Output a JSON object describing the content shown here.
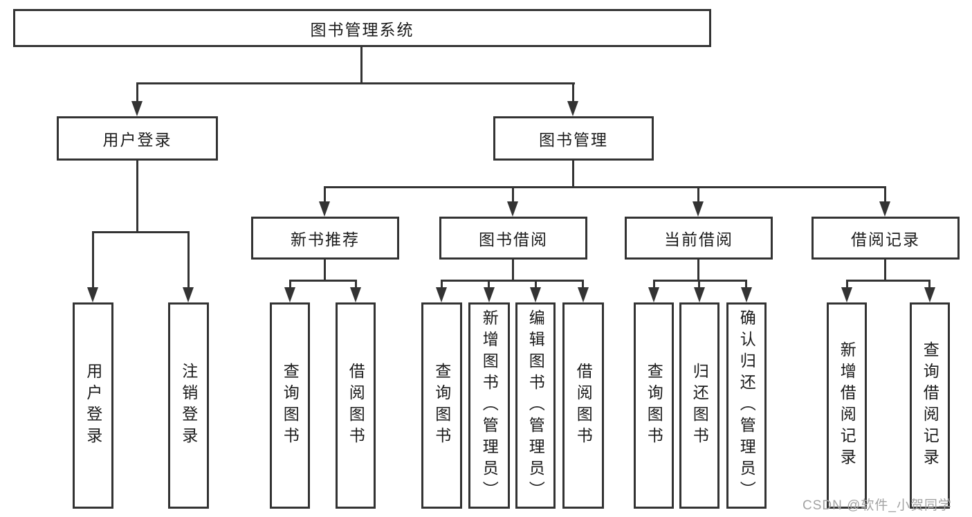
{
  "tree": {
    "root": {
      "label": "图书管理系统"
    },
    "user_login": {
      "label": "用户登录",
      "children": [
        "用户登录",
        "注销登录"
      ]
    },
    "book_mgmt": {
      "label": "图书管理",
      "groups": [
        {
          "label": "新书推荐",
          "children": [
            "查询图书",
            "借阅图书"
          ]
        },
        {
          "label": "图书借阅",
          "children": [
            "查询图书",
            "新增图书（管理员）",
            "编辑图书（管理员）",
            "借阅图书"
          ]
        },
        {
          "label": "当前借阅",
          "children": [
            "查询图书",
            "归还图书",
            "确认归还（管理员）"
          ]
        },
        {
          "label": "借阅记录",
          "children": [
            "新增借阅记录",
            "查询借阅记录"
          ]
        }
      ]
    }
  },
  "watermark": "CSDN @软件_小贺同学",
  "colors": {
    "line": "#333333",
    "box_border": "#333333",
    "text": "#1a1a1a",
    "watermark": "#a3a3a3",
    "background": "#ffffff"
  }
}
